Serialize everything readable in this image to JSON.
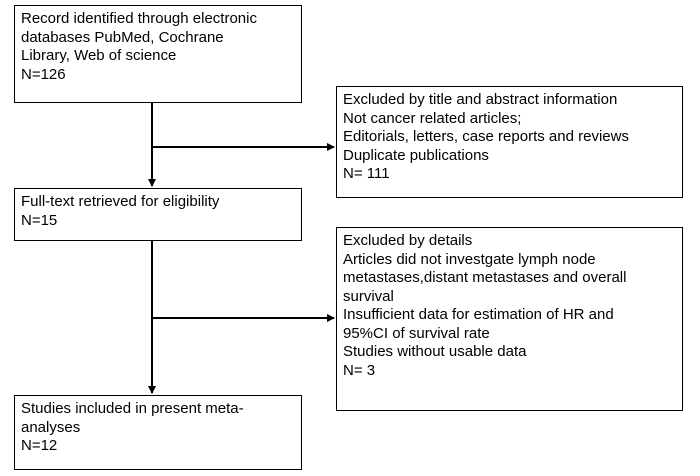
{
  "flowchart": {
    "record_box": {
      "lines": [
        "Record identified through electronic",
        "databases PubMed, Cochrane",
        "Library, Web of science",
        "N=126"
      ]
    },
    "excluded_title_box": {
      "lines": [
        "Excluded by title and abstract information",
        "Not cancer related articles;",
        "Editorials, letters, case reports and reviews",
        "Duplicate publications",
        "N= 111"
      ]
    },
    "fulltext_box": {
      "lines": [
        "Full-text retrieved for eligibility",
        "N=15"
      ]
    },
    "excluded_details_box": {
      "lines": [
        "Excluded by details",
        "Articles did not investgate lymph node",
        "metastases,distant metastases and overall",
        "survival",
        "Insufficient data for estimation of HR and",
        "95%CI of survival rate",
        "Studies without usable data",
        "N= 3"
      ]
    },
    "included_box": {
      "lines": [
        "Studies included in present meta-",
        "analyses",
        "N=12"
      ]
    }
  }
}
